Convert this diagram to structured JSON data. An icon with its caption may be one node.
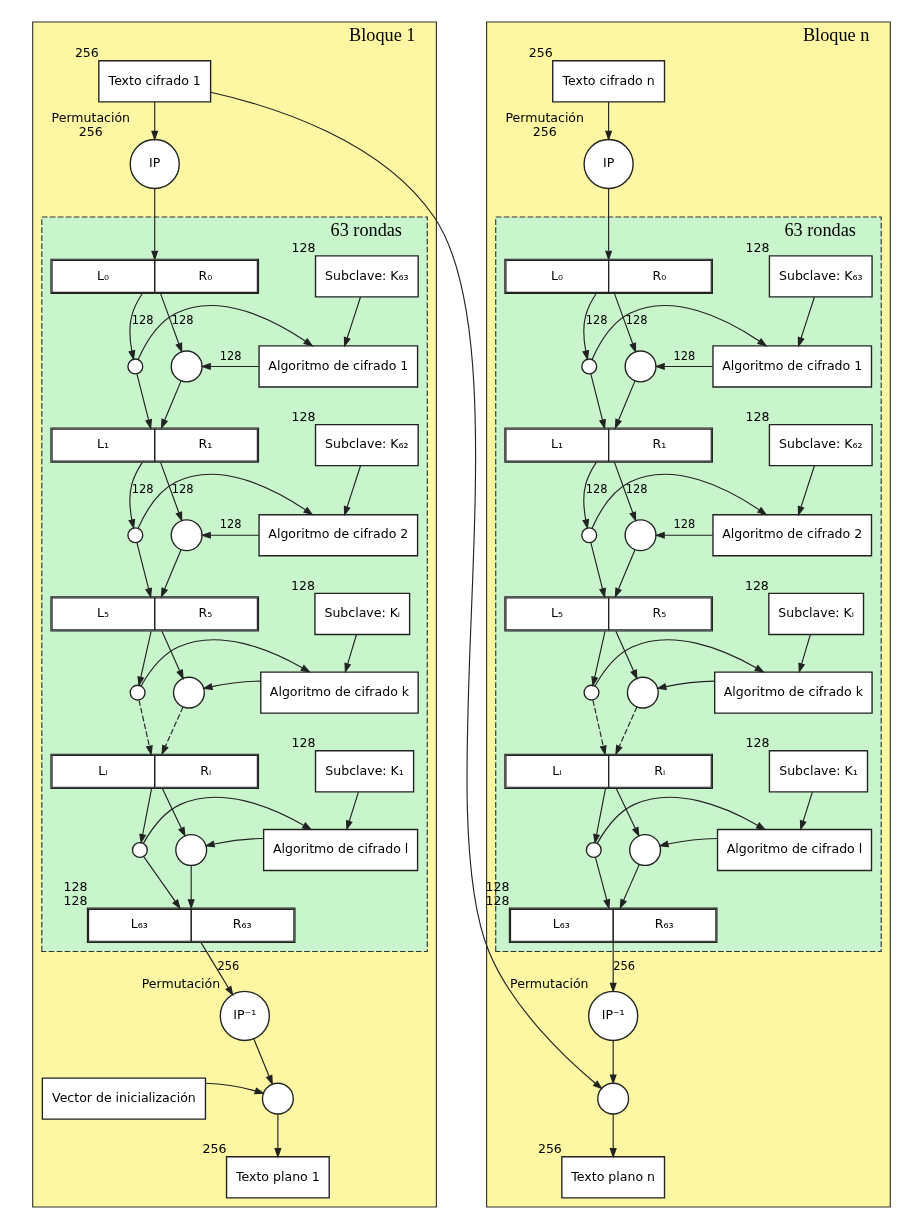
{
  "diagram": {
    "nodes": [
      {
        "text": [
          "Bloque 1"
        ]
      },
      {
        "text": [
          "Texto cifrado 1"
        ],
        "beside": [
          "256"
        ],
        "in": 0
      },
      {
        "text": [
          "IP"
        ],
        "beside": [
          "Permutación",
          "256"
        ],
        "in": 0
      },
      {
        "text": [
          "63 rondas"
        ],
        "in": 0
      },
      {
        "text": [
          "L₀",
          "R₀"
        ],
        "in": 3
      },
      {
        "text": [
          "Subclave: K₆₃"
        ],
        "beside": [
          "128"
        ],
        "in": 3
      },
      {
        "text": [],
        "shape": "circle",
        "in": 3
      },
      {
        "text": [
          "Algoritmo de cifrado 1"
        ],
        "in": 3
      },
      {
        "text": [],
        "shape": "circle",
        "in": 3
      },
      {
        "text": [
          "L₁",
          "R₁"
        ],
        "in": 3
      },
      {
        "text": [
          "Subclave: K₆₂"
        ],
        "beside": [
          "128"
        ],
        "in": 3
      },
      {
        "text": [],
        "shape": "circle",
        "in": 3
      },
      {
        "text": [
          "Algoritmo de cifrado 2"
        ],
        "in": 3
      },
      {
        "text": [],
        "shape": "circle",
        "in": 3
      },
      {
        "text": [
          "L₅",
          "R₅"
        ],
        "in": 3
      },
      {
        "text": [
          "Subclave: Kᵢ"
        ],
        "beside": [
          "128"
        ],
        "in": 3
      },
      {
        "text": [],
        "shape": "circle",
        "in": 3
      },
      {
        "text": [
          "Algoritmo de cifrado k"
        ],
        "in": 3
      },
      {
        "text": [],
        "shape": "circle",
        "in": 3
      },
      {
        "text": [
          "Lᵢ",
          "Rᵢ"
        ],
        "in": 3
      },
      {
        "text": [
          "Subclave: K₁"
        ],
        "beside": [
          "128"
        ],
        "in": 3
      },
      {
        "text": [],
        "shape": "circle",
        "in": 3
      },
      {
        "text": [
          "Algoritmo de cifrado l"
        ],
        "in": 3
      },
      {
        "text": [],
        "shape": "circle",
        "in": 3
      },
      {
        "text": [
          "L₆₃",
          "R₆₃"
        ],
        "beside": [
          "128",
          "128"
        ],
        "in": 3
      },
      {
        "text": [
          "IP⁻¹"
        ],
        "beside": [
          "Permutación"
        ],
        "in": 0
      },
      {
        "text": [],
        "shape": "circle",
        "in": 0
      },
      {
        "text": [
          "Vector de inicialización"
        ],
        "in": 0
      },
      {
        "text": [
          "Texto plano 1"
        ],
        "beside": [
          "256"
        ],
        "in": 0
      },
      {
        "text": [
          "Bloque n"
        ]
      },
      {
        "text": [
          "Texto cifrado n"
        ],
        "beside": [
          "256"
        ],
        "in": 29
      },
      {
        "text": [
          "IP"
        ],
        "beside": [
          "Permutación",
          "256"
        ],
        "in": 29
      },
      {
        "text": [
          "63 rondas"
        ],
        "in": 29
      },
      {
        "text": [
          "L₀",
          "R₀"
        ],
        "in": 32
      },
      {
        "text": [
          "Subclave: K₆₃"
        ],
        "beside": [
          "128"
        ],
        "in": 32
      },
      {
        "text": [],
        "shape": "circle",
        "in": 32
      },
      {
        "text": [
          "Algoritmo de cifrado 1"
        ],
        "in": 32
      },
      {
        "text": [],
        "shape": "circle",
        "in": 32
      },
      {
        "text": [
          "L₁",
          "R₁"
        ],
        "in": 32
      },
      {
        "text": [
          "Subclave: K₆₂"
        ],
        "beside": [
          "128"
        ],
        "in": 32
      },
      {
        "text": [],
        "shape": "circle",
        "in": 32
      },
      {
        "text": [
          "Algoritmo de cifrado 2"
        ],
        "in": 32
      },
      {
        "text": [],
        "shape": "circle",
        "in": 32
      },
      {
        "text": [
          "L₅",
          "R₅"
        ],
        "in": 32
      },
      {
        "text": [
          "Subclave: Kᵢ"
        ],
        "beside": [
          "128"
        ],
        "in": 32
      },
      {
        "text": [],
        "shape": "circle",
        "in": 32
      },
      {
        "text": [
          "Algoritmo de cifrado k"
        ],
        "in": 32
      },
      {
        "text": [],
        "shape": "circle",
        "in": 32
      },
      {
        "text": [
          "Lᵢ",
          "Rᵢ"
        ],
        "in": 32
      },
      {
        "text": [
          "Subclave: K₁"
        ],
        "beside": [
          "128"
        ],
        "in": 32
      },
      {
        "text": [],
        "shape": "circle",
        "in": 32
      },
      {
        "text": [
          "Algoritmo de cifrado l"
        ],
        "in": 32
      },
      {
        "text": [],
        "shape": "circle",
        "in": 32
      },
      {
        "text": [
          "L₆₃",
          "R₆₃"
        ],
        "beside": [
          "128",
          "128"
        ],
        "in": 32
      },
      {
        "text": [
          "IP⁻¹"
        ],
        "beside": [
          "Permutación"
        ],
        "in": 29
      },
      {
        "text": [],
        "shape": "circle",
        "in": 29
      },
      {
        "text": [
          "Texto plano n"
        ],
        "beside": [
          "256"
        ],
        "in": 29
      }
    ],
    "edges": [
      {
        "from": 1,
        "to": 2,
        "arrow": "to"
      },
      {
        "from": 2,
        "to": 4,
        "arrow": "to"
      },
      {
        "from": 4,
        "to": 6,
        "arrow": "to",
        "label": "128"
      },
      {
        "from": 4,
        "to": 8,
        "arrow": "to",
        "label": "128"
      },
      {
        "from": 5,
        "to": 7,
        "arrow": "to"
      },
      {
        "from": 8,
        "to": 7,
        "arrow": "to"
      },
      {
        "from": 7,
        "to": 6,
        "arrow": "to",
        "label": "128"
      },
      {
        "from": 6,
        "to": 9,
        "arrow": "to"
      },
      {
        "from": 8,
        "to": 9,
        "arrow": "to"
      },
      {
        "from": 9,
        "to": 11,
        "arrow": "to",
        "label": "128"
      },
      {
        "from": 9,
        "to": 13,
        "arrow": "to",
        "label": "128"
      },
      {
        "from": 10,
        "to": 12,
        "arrow": "to"
      },
      {
        "from": 13,
        "to": 12,
        "arrow": "to"
      },
      {
        "from": 12,
        "to": 11,
        "arrow": "to",
        "label": "128"
      },
      {
        "from": 11,
        "to": 14,
        "arrow": "to"
      },
      {
        "from": 13,
        "to": 14,
        "arrow": "to"
      },
      {
        "from": 14,
        "to": 16,
        "arrow": "to"
      },
      {
        "from": 14,
        "to": 18,
        "arrow": "to"
      },
      {
        "from": 15,
        "to": 17,
        "arrow": "to"
      },
      {
        "from": 18,
        "to": 17,
        "arrow": "to"
      },
      {
        "from": 17,
        "to": 16,
        "arrow": "to"
      },
      {
        "from": 16,
        "to": 19,
        "arrow": "to",
        "style": "dashed"
      },
      {
        "from": 18,
        "to": 19,
        "arrow": "to",
        "style": "dashed"
      },
      {
        "from": 19,
        "to": 21,
        "arrow": "to"
      },
      {
        "from": 19,
        "to": 23,
        "arrow": "to"
      },
      {
        "from": 20,
        "to": 22,
        "arrow": "to"
      },
      {
        "from": 23,
        "to": 22,
        "arrow": "to"
      },
      {
        "from": 22,
        "to": 21,
        "arrow": "to"
      },
      {
        "from": 21,
        "to": 24,
        "arrow": "to"
      },
      {
        "from": 23,
        "to": 24,
        "arrow": "to"
      },
      {
        "from": 24,
        "to": 25,
        "arrow": "to",
        "label": "256"
      },
      {
        "from": 25,
        "to": 26,
        "arrow": "to"
      },
      {
        "from": 27,
        "to": 26,
        "arrow": "to"
      },
      {
        "from": 26,
        "to": 28,
        "arrow": "to"
      },
      {
        "from": 30,
        "to": 31,
        "arrow": "to"
      },
      {
        "from": 31,
        "to": 33,
        "arrow": "to"
      },
      {
        "from": 33,
        "to": 35,
        "arrow": "to",
        "label": "128"
      },
      {
        "from": 33,
        "to": 37,
        "arrow": "to",
        "label": "128"
      },
      {
        "from": 34,
        "to": 36,
        "arrow": "to"
      },
      {
        "from": 37,
        "to": 36,
        "arrow": "to"
      },
      {
        "from": 36,
        "to": 35,
        "arrow": "to",
        "label": "128"
      },
      {
        "from": 35,
        "to": 38,
        "arrow": "to"
      },
      {
        "from": 37,
        "to": 38,
        "arrow": "to"
      },
      {
        "from": 38,
        "to": 40,
        "arrow": "to",
        "label": "128"
      },
      {
        "from": 38,
        "to": 42,
        "arrow": "to",
        "label": "128"
      },
      {
        "from": 39,
        "to": 41,
        "arrow": "to"
      },
      {
        "from": 42,
        "to": 41,
        "arrow": "to"
      },
      {
        "from": 41,
        "to": 40,
        "arrow": "to",
        "label": "128"
      },
      {
        "from": 40,
        "to": 43,
        "arrow": "to"
      },
      {
        "from": 42,
        "to": 43,
        "arrow": "to"
      },
      {
        "from": 43,
        "to": 45,
        "arrow": "to"
      },
      {
        "from": 43,
        "to": 47,
        "arrow": "to"
      },
      {
        "from": 44,
        "to": 46,
        "arrow": "to"
      },
      {
        "from": 47,
        "to": 46,
        "arrow": "to"
      },
      {
        "from": 46,
        "to": 45,
        "arrow": "to"
      },
      {
        "from": 45,
        "to": 48,
        "arrow": "to",
        "style": "dashed"
      },
      {
        "from": 47,
        "to": 48,
        "arrow": "to",
        "style": "dashed"
      },
      {
        "from": 48,
        "to": 50,
        "arrow": "to"
      },
      {
        "from": 48,
        "to": 52,
        "arrow": "to"
      },
      {
        "from": 49,
        "to": 51,
        "arrow": "to"
      },
      {
        "from": 52,
        "to": 51,
        "arrow": "to"
      },
      {
        "from": 51,
        "to": 50,
        "arrow": "to"
      },
      {
        "from": 50,
        "to": 53,
        "arrow": "to"
      },
      {
        "from": 52,
        "to": 53,
        "arrow": "to"
      },
      {
        "from": 53,
        "to": 54,
        "arrow": "to",
        "label": "256"
      },
      {
        "from": 54,
        "to": 55,
        "arrow": "to"
      },
      {
        "from": 55,
        "to": 56,
        "arrow": "to"
      },
      {
        "from": 1,
        "to": 55,
        "arrow": "to"
      }
    ]
  }
}
